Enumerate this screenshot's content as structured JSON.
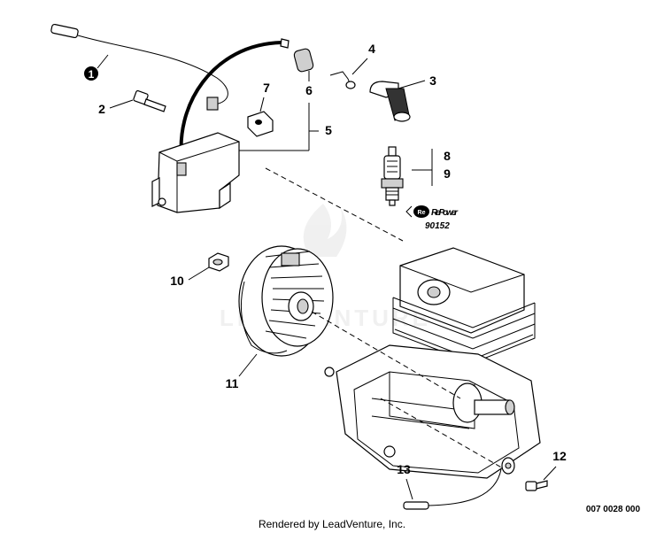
{
  "callouts": {
    "c1": "1",
    "c2": "2",
    "c3": "3",
    "c4": "4",
    "c5": "5",
    "c6": "6",
    "c7": "7",
    "c8": "8",
    "c9": "9",
    "c10": "10",
    "c11": "11",
    "c12": "12",
    "c13": "13"
  },
  "brand": {
    "logo_text": "RePower",
    "part_number": "90152"
  },
  "watermark": "LEADVENTURE",
  "diagram_code": "007 0028 000",
  "footer": "Rendered by LeadVenture, Inc."
}
